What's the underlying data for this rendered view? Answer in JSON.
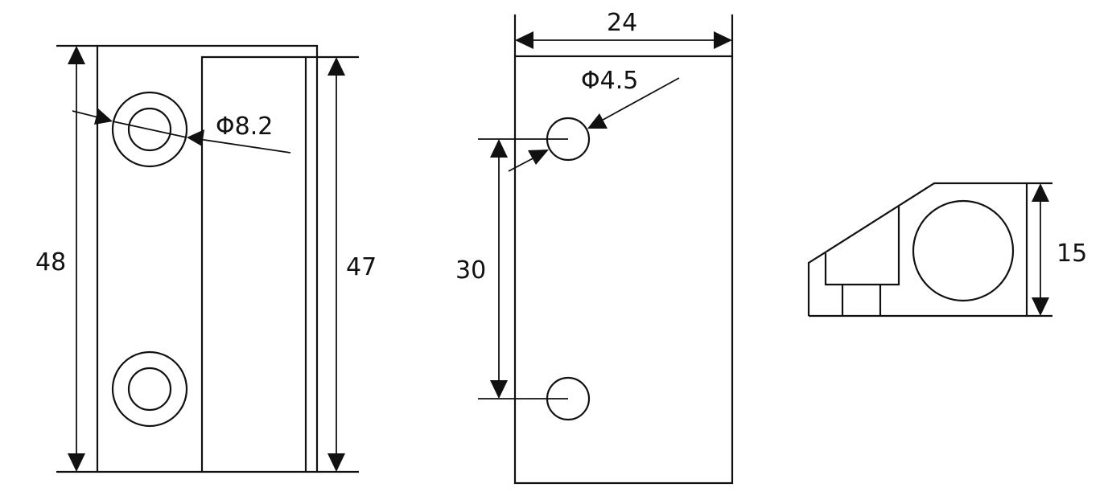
{
  "dimensions": {
    "left_height_outer": "48",
    "left_height_inner": "47",
    "counterbore_diameter": "Φ8.2",
    "front_width": "24",
    "hole_diameter": "Φ4.5",
    "hole_spacing": "30",
    "side_height": "15"
  }
}
